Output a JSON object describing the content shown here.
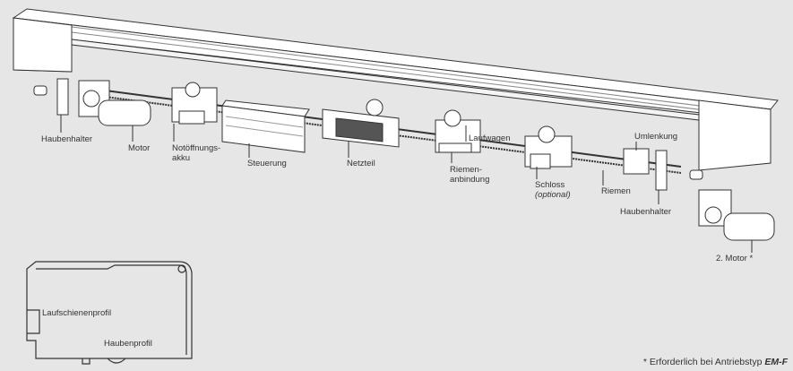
{
  "labels": {
    "haubenhalter_left": "Haubenhalter",
    "motor": "Motor",
    "notoeffnungsakku_1": "Notöffnungs-",
    "notoeffnungsakku_2": "akku",
    "steuerung": "Steuerung",
    "netzteil": "Netzteil",
    "laufwagen": "Laufwagen",
    "riemenanbindung_1": "Riemen-",
    "riemenanbindung_2": "anbindung",
    "schloss": "Schloss",
    "schloss_optional": "(optional)",
    "riemen": "Riemen",
    "umlenkung": "Umlenkung",
    "haubenhalter_right": "Haubenhalter",
    "motor2": "2. Motor *",
    "laufschienenprofil": "Laufschienenprofil",
    "haubenprofil": "Haubenprofil"
  },
  "footnote": {
    "text": "* Erforderlich bei Antriebstyp ",
    "type": "EM-F"
  },
  "colors": {
    "background": "#e6e6e6",
    "line": "#333333",
    "part": "#ffffff"
  }
}
